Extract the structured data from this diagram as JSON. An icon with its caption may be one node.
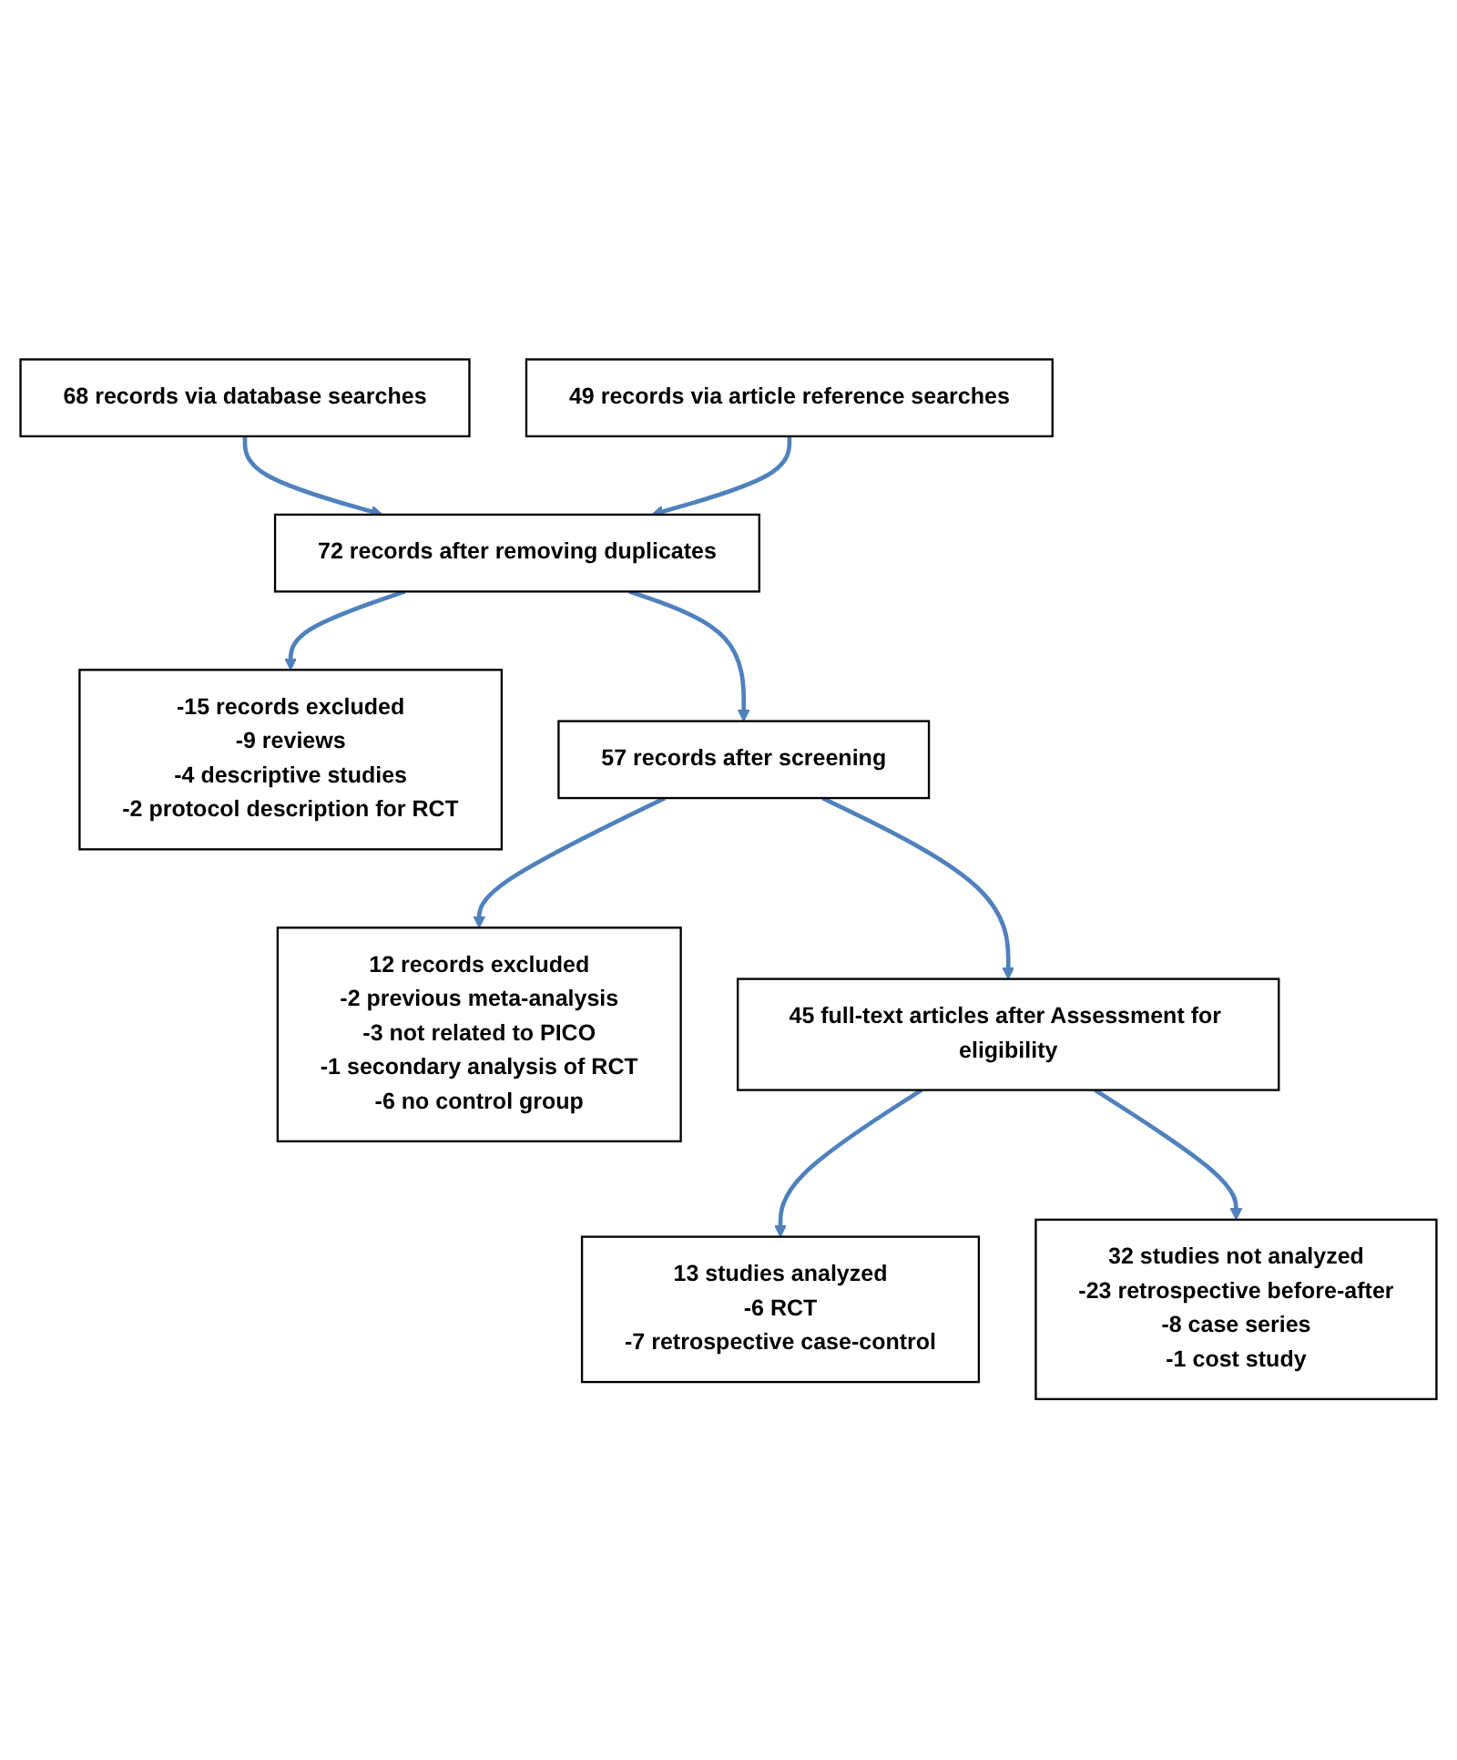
{
  "diagram": {
    "nodes": [
      {
        "text": [
          "68 records via database searches"
        ]
      },
      {
        "text": [
          "49 records via article reference searches"
        ]
      },
      {
        "text": [
          "72 records after removing duplicates"
        ]
      },
      {
        "text": [
          "-15 records excluded",
          "-9 reviews",
          "-4 descriptive studies",
          "-2 protocol description for RCT"
        ]
      },
      {
        "text": [
          "57 records after screening"
        ]
      },
      {
        "text": [
          "12  records excluded",
          "-2 previous meta-analysis",
          "-3 not related to PICO",
          "-1 secondary analysis of RCT",
          "-6 no control group"
        ]
      },
      {
        "text": [
          "45 full-text articles after Assessment for eligibility"
        ]
      },
      {
        "text": [
          "13 studies analyzed",
          "-6 RCT",
          "-7 retrospective case-control"
        ]
      },
      {
        "text": [
          "32 studies not analyzed",
          "-23 retrospective before-after",
          "-8 case series",
          "-1 cost study"
        ]
      }
    ],
    "edges": [
      {
        "from": 0,
        "to": 2,
        "arrow": "to"
      },
      {
        "from": 1,
        "to": 2,
        "arrow": "to"
      },
      {
        "from": 2,
        "to": 3,
        "arrow": "to"
      },
      {
        "from": 2,
        "to": 4,
        "arrow": "to"
      },
      {
        "from": 4,
        "to": 5,
        "arrow": "to"
      },
      {
        "from": 4,
        "to": 6,
        "arrow": "to"
      },
      {
        "from": 6,
        "to": 7,
        "arrow": "to"
      },
      {
        "from": 6,
        "to": 8,
        "arrow": "to"
      }
    ]
  }
}
